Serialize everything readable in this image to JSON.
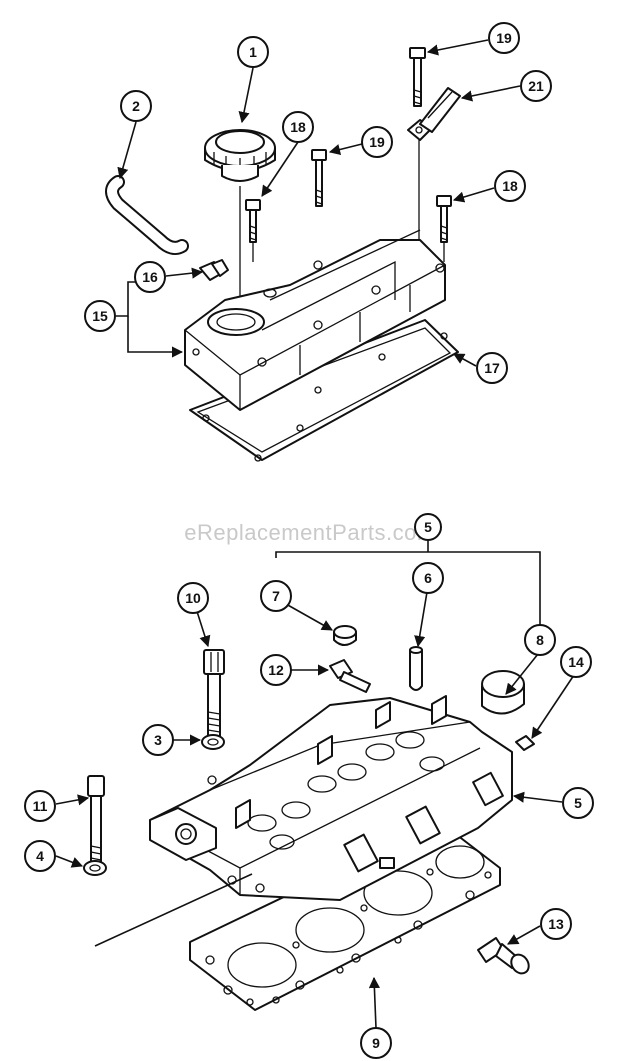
{
  "watermark": "eReplacementParts.com",
  "callouts": {
    "c1": "1",
    "c2": "2",
    "c3": "3",
    "c4": "4",
    "c5a": "5",
    "c5b": "5",
    "c6": "6",
    "c7": "7",
    "c8": "8",
    "c9": "9",
    "c10": "10",
    "c11": "11",
    "c12": "12",
    "c13": "13",
    "c14": "14",
    "c15": "15",
    "c16": "16",
    "c17": "17",
    "c18a": "18",
    "c18b": "18",
    "c19a": "19",
    "c19b": "19",
    "c21": "21"
  }
}
